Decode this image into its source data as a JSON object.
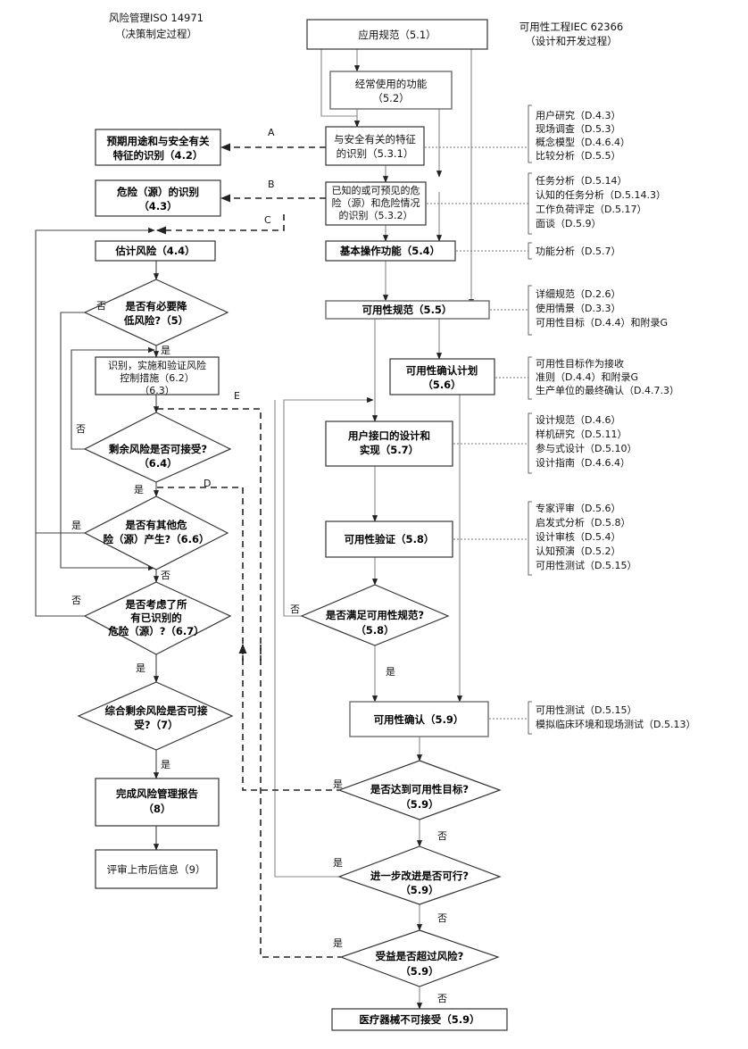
{
  "headers": {
    "left_1": "风险管理ISO 14971",
    "left_2": "（决策制定过程）",
    "right_1": "可用性工程IEC 62366",
    "right_2": "（设计和开发过程）"
  },
  "right_boxes": {
    "apply_spec": "应用规范（5.1）",
    "freq_1": "经常使用的功能",
    "freq_2": "（5.2）",
    "safety_char_1": "与安全有关的特征",
    "safety_char_2": "的识别（5.3.1）",
    "hazard_id_1": "已知的或可预见的危",
    "hazard_id_2": "险（源）和危险情况",
    "hazard_id_3": "的识别（5.3.2）",
    "primary_ops": "基本操作功能（5.4）",
    "usability_spec": "可用性规范（5.5）",
    "validation_plan_1": "可用性确认计划",
    "validation_plan_2": "（5.6）",
    "ui_design_1": "用户接口的设计和",
    "ui_design_2": "实现（5.7）",
    "verification": "可用性验证（5.8）",
    "meets_spec_1": "是否满足可用性规范?",
    "meets_spec_2": "（5.8）",
    "validation": "可用性确认（5.9）",
    "goals_met_1": "是否达到可用性目标?",
    "goals_met_2": "（5.9）",
    "further_1": "进一步改进是否可行?",
    "further_2": "（5.9）",
    "benefit_1": "受益是否超过风险?",
    "benefit_2": "（5.9）",
    "unacceptable": "医疗器械不可接受（5.9）"
  },
  "left_boxes": {
    "intended_use_1": "预期用途和与安全有关",
    "intended_use_2": "特征的识别（4.2）",
    "hazard_1": "危险（源）的识别",
    "hazard_2": "（4.3）",
    "estimate": "估计风险（4.4）",
    "need_reduce_1": "是否有必要降",
    "need_reduce_2": "低风险?（5）",
    "control_1": "识别，实施和验证风险",
    "control_2": "控制措施（6.2）",
    "control_3": "（6.3）",
    "residual_1": "剩余风险是否可接受?",
    "residual_2": "（6.4）",
    "other_hazard_1": "是否有其他危",
    "other_hazard_2": "险（源）产生?（6.6）",
    "all_considered_1": "是否考虑了所",
    "all_considered_2": "有已识别的",
    "all_considered_3": "危险（源）?（6.7）",
    "overall_1": "综合剩余风险是否可接",
    "overall_2": "受?（7）",
    "report_1": "完成风险管理报告",
    "report_2": "（8）",
    "post_market": "评审上市后信息（9）"
  },
  "annotations": {
    "a1": [
      "用户研究（D.4.3）",
      "现场调查（D.5.3）",
      "概念模型（D.4.6.4）",
      "比较分析（D.5.5）"
    ],
    "a2": [
      "任务分析（D.5.14）",
      "认知的任务分析（D.5.14.3）",
      "工作负荷评定（D.5.17）",
      "面谈（D.5.9）"
    ],
    "a3": [
      "功能分析（D.5.7）"
    ],
    "a4": [
      "详细规范（D.2.6）",
      "使用情景（D.3.3）",
      "可用性目标（D.4.4）和附录G"
    ],
    "a5": [
      "可用性目标作为接收",
      "准则（D.4.4）和附录G",
      "生产单位的最终确认（D.4.7.3）"
    ],
    "a6": [
      "设计规范（D.4.6）",
      "样机研究（D.5.11）",
      "参与式设计（D.5.10）",
      "设计指南（D.4.6.4）"
    ],
    "a7": [
      "专家评审（D.5.6）",
      "启发式分析（D.5.8）",
      "设计审核（D.5.4）",
      "认知预演（D.5.2）",
      "可用性测试（D.5.15）"
    ],
    "a8": [
      "可用性测试（D.5.15）",
      "模拟临床环境和现场测试（D.5.13）"
    ]
  },
  "links": {
    "A": "A",
    "B": "B",
    "C": "C",
    "D": "D",
    "E": "E"
  },
  "labels": {
    "yes": "是",
    "no": "否"
  }
}
